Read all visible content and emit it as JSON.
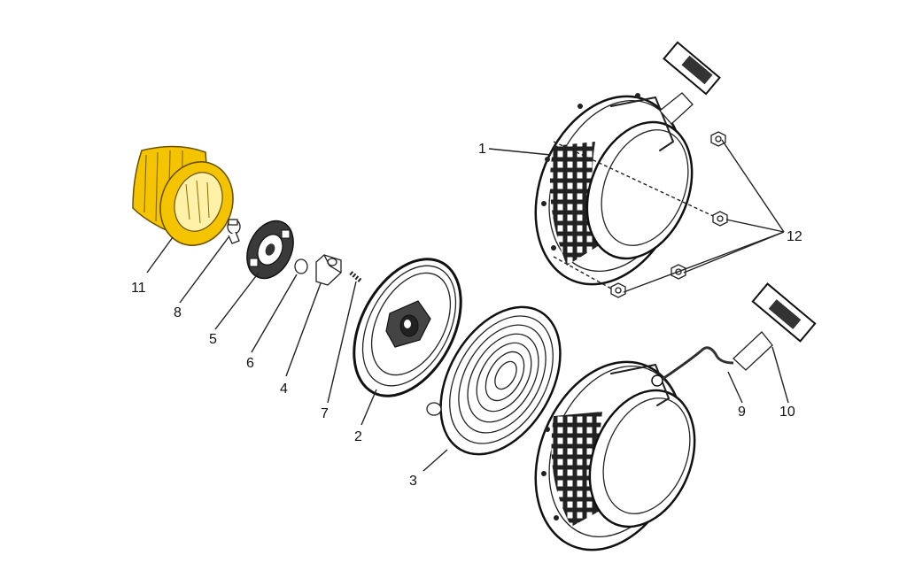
{
  "diagram": {
    "highlight_color": "#F5C400",
    "line_color": "#222222",
    "callouts": [
      "1",
      "2",
      "3",
      "4",
      "5",
      "6",
      "7",
      "8",
      "9",
      "10",
      "11",
      "12"
    ],
    "highlighted_part": "11"
  }
}
